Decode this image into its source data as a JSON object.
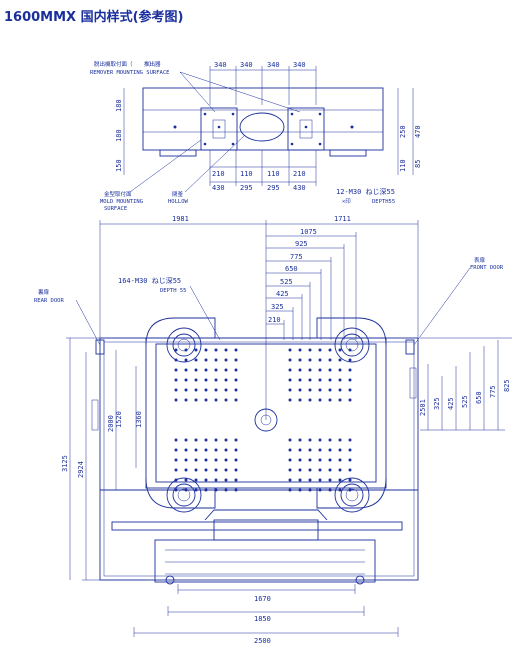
{
  "title": "1600MMX 国内样式(参考图)",
  "top_view": {
    "dims_top": [
      "340",
      "340",
      "340",
      "340"
    ],
    "dims_bottom_row1": [
      "210",
      "110",
      "110",
      "210"
    ],
    "dims_bottom_row2": [
      "430",
      "295",
      "295",
      "430"
    ],
    "dims_left": [
      "180",
      "180",
      "150"
    ],
    "dims_right": [
      "250",
      "470",
      "110",
      "85"
    ],
    "label_remover": "脱出機取付面（　　　）",
    "label_remover_cn": "推出器",
    "label_remover_en": "REMOVER MOUNTING SURFACE",
    "label_mold_cn": "金型取付面",
    "label_mold_en1": "MOLD MOUNTING",
    "label_mold_en2": "SURFACE",
    "label_hollow_cn": "閉釜",
    "label_hollow_en": "HOLLOW",
    "label_tap": "12-M30 ねじ深55",
    "label_tap_sub": "×印",
    "label_depth": "DEPTH55"
  },
  "front_view": {
    "dim_left_half": "1981",
    "dim_right_half": "1711",
    "dims_stack": [
      "1075",
      "925",
      "775",
      "650",
      "525",
      "425",
      "325",
      "210"
    ],
    "dims_right_side": [
      "2501",
      "325",
      "425",
      "525",
      "650",
      "775",
      "825"
    ],
    "dims_left_side": [
      "3125",
      "2924",
      "2000",
      "1520",
      "1360"
    ],
    "dims_bottom": [
      "1670",
      "1850",
      "2500"
    ],
    "label_tap": "164-M30 ねじ深55",
    "label_depth": "DEPTH 55",
    "label_rear_cn": "裏扉",
    "label_rear_en": "REAR DOOR",
    "label_front_cn": "表扉",
    "label_front_en": "FRONT DOOR"
  },
  "colors": {
    "line": "#1a2f9c"
  }
}
